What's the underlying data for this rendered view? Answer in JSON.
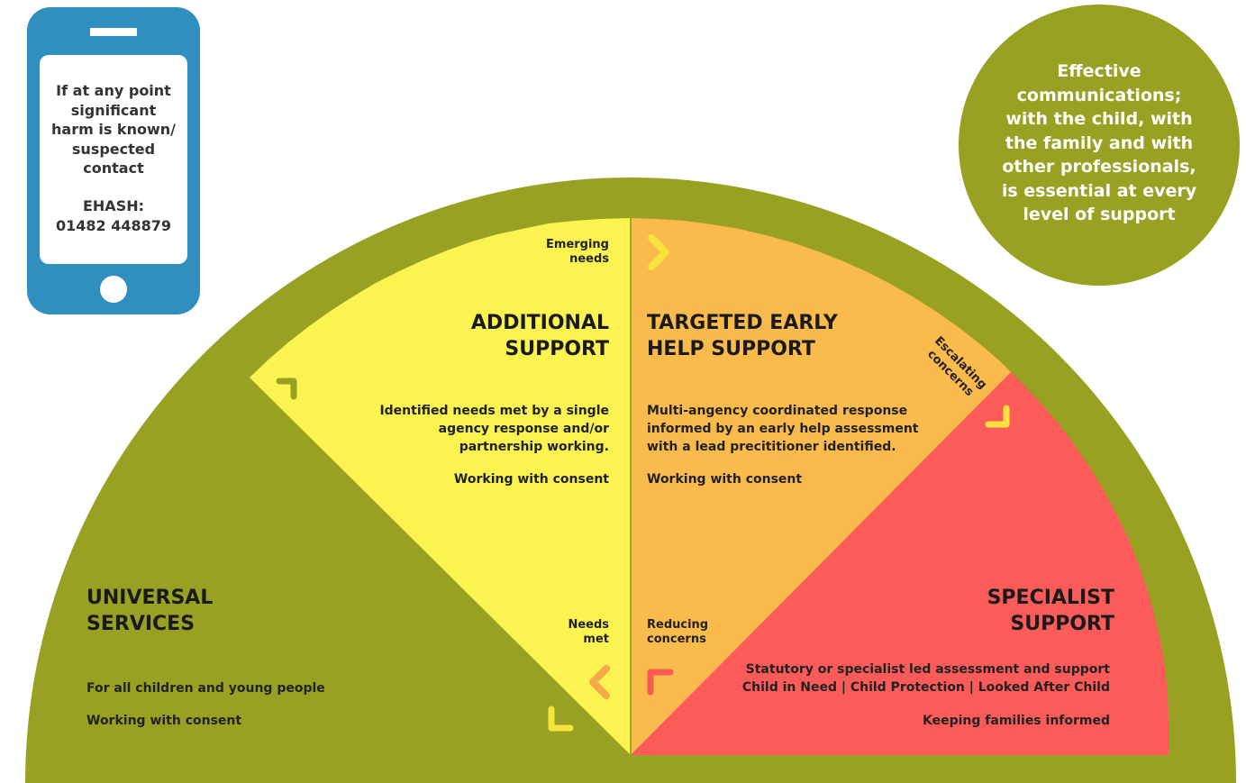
{
  "colors": {
    "olive": "#98a121",
    "yellow": "#fbf34f",
    "orange": "#fbbb4c",
    "red": "#fd5b5a",
    "phone_blue": "#2f8fbe",
    "arrow_yellow": "#f6e33b",
    "arrow_orange": "#f5a94a",
    "arrow_red": "#f85a55"
  },
  "phone": {
    "lines": [
      "If at any point",
      "significant",
      "harm is known/",
      "suspected",
      "contact"
    ],
    "ehash_label": "EHASH:",
    "ehash_number": "01482 448879"
  },
  "info_circle": {
    "lines": [
      "Effective",
      "communications;",
      "with the child, with",
      "the family and with",
      "other professionals,",
      "is essential at every",
      "level of support"
    ]
  },
  "universal": {
    "title_lines": [
      "UNIVERSAL",
      "SERVICES"
    ],
    "body": [
      "For all children and young people",
      "Working with consent"
    ]
  },
  "additional": {
    "title_lines": [
      "ADDITIONAL",
      "SUPPORT"
    ],
    "body_lines": [
      "Identified needs met by a single",
      "agency response and/or",
      "partnership working."
    ],
    "consent": "Working with consent"
  },
  "targeted": {
    "title_lines": [
      "TARGETED EARLY",
      "HELP SUPPORT"
    ],
    "body_lines": [
      "Multi-angency coordinated response",
      "informed by an early help assessment",
      "with a lead precititioner identified."
    ],
    "consent": "Working with consent"
  },
  "specialist": {
    "title_lines": [
      "SPECIALIST",
      "SUPPORT"
    ],
    "body_lines": [
      "Statutory or specialist led assessment and support",
      "Child in Need | Child Protection | Looked After Child"
    ],
    "informed": "Keeping families informed"
  },
  "flow_labels": {
    "emerging_needs": [
      "Emerging",
      "needs"
    ],
    "escalating_concerns": [
      "Escalating",
      "concerns"
    ],
    "needs_met": [
      "Needs",
      "met"
    ],
    "reducing_concerns": [
      "Reducing",
      "concerns"
    ]
  },
  "icons": [
    "arrow-right-icon",
    "corner-arrow-icon",
    "arrow-left-icon",
    "home-button-icon",
    "speaker-slot-icon"
  ]
}
